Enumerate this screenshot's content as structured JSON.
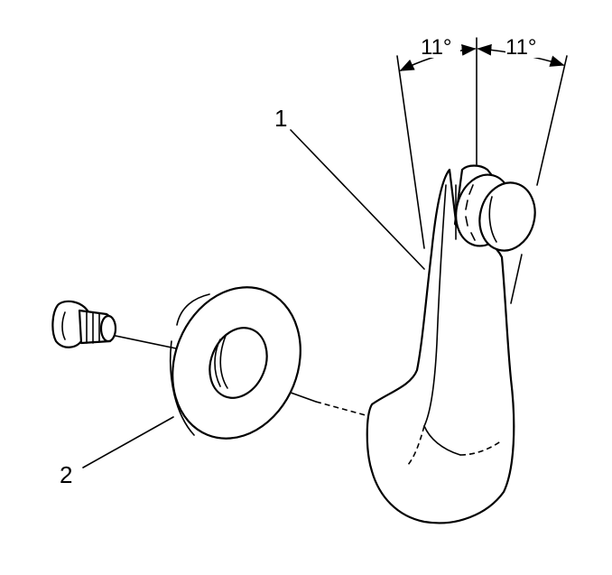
{
  "callouts": {
    "part1": "1",
    "part2": "2"
  },
  "angles": {
    "left": "11°",
    "right": "11°"
  }
}
